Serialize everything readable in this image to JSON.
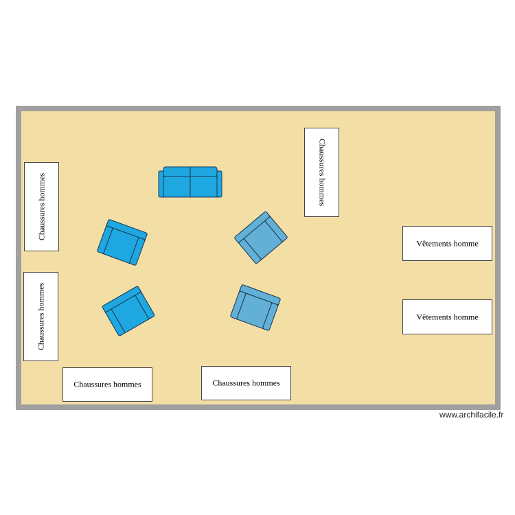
{
  "labels": {
    "shoe_left_upper": "Chaussures hommes",
    "shoe_left_lower": "Chaussures hommes",
    "shoe_top_center": "Chaussures hommes",
    "shoe_bottom_left": "Chaussures hommes",
    "shoe_bottom_center": "Chaussures hommes",
    "clothing_upper": "Vêtements homme",
    "clothing_lower": "Vêtements homme"
  },
  "watermark": "www.archifacile.fr",
  "colors": {
    "floor": "#f3dfa6",
    "wall": "#a0a0a0",
    "seat_bright": "#1ea7e0",
    "seat_muted": "#62b0d6",
    "outline": "#1a3a55"
  },
  "furniture": {
    "sofa": "sofa-icon",
    "armchair": "armchair-icon"
  }
}
